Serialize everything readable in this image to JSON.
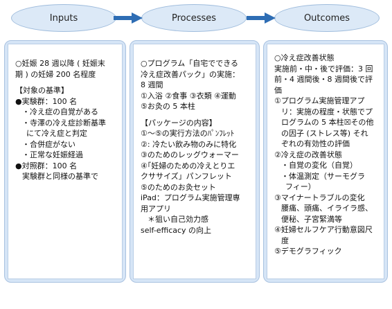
{
  "headers": {
    "inputs": "Inputs",
    "processes": "Processes",
    "outcomes": "Outcomes"
  },
  "colors": {
    "oval_fill": "#dce9f7",
    "box_fill": "#d6e5f6",
    "arrow": "#2e6db4"
  },
  "inputs": {
    "l1": "○妊娠 28 週以降 ( 妊娠末",
    "l2": "期 ) の妊婦 200 名程度",
    "l3": "【対象の基準】",
    "l4": "●実験群：100 名",
    "l5": "・冷え症の自覚がある",
    "l6": "・寺澤の冷え症診断基準",
    "l7": "にて冷え症と判定",
    "l8": "・合併症がない",
    "l9": "・正常な妊娠経過",
    "l10": "●対照群：100 名",
    "l11": "実験群と同様の基準で"
  },
  "processes": {
    "l1": "○プログラム「自宅でできる",
    "l2": "冷え症改善パック」の実施：",
    "l3": "8 週間",
    "l4": "①入浴 ②食事 ③衣類 ④運動",
    "l5": "⑤お灸の 5 本柱",
    "l6": "【パッケージの内容】",
    "l7": "①～⑤の実行方法のﾊﾟﾝﾌﾚｯﾄ",
    "l8": "②: 冷たい飲み物のみに特化",
    "l9": "③のためのレッグウォーマー",
    "l10": "④｢妊婦のための冷えとりエ",
    "l11": "クササイズ」パンフレット",
    "l12": "⑤のためのお灸セット",
    "l13": "iPad：プログラム実施管理専",
    "l14": "用アプリ",
    "l15": "＊狙い自己効力感",
    "l16": "self-efficacy の向上"
  },
  "outcomes": {
    "l1": "○冷え症改善状態",
    "l2": "実施前・中・後で評価：3 回",
    "l3": "前・4 週間後・8 週間後で評",
    "l4": "価",
    "l5": "①プログラム実施管理アプ",
    "l6": "リ：実施の程度・状態でプ",
    "l7": "ログラムの 5 本柱☒その他",
    "l8": "の因子 (ストレス等) それ",
    "l9": "ぞれの有効性の評価",
    "l10": "②冷え症の改善状態",
    "l11": "・自覚の変化（自覚）",
    "l12": "・体温測定（サーモグラ",
    "l13": "フィー）",
    "l14": "③マイナートラブルの変化",
    "l15": "腰痛、頭痛、イライラ感、",
    "l16": "便秘、子宮緊満等",
    "l17": "④妊婦セルフケア行動意図尺",
    "l18": "度",
    "l19": "⑤デモグラフィック"
  }
}
